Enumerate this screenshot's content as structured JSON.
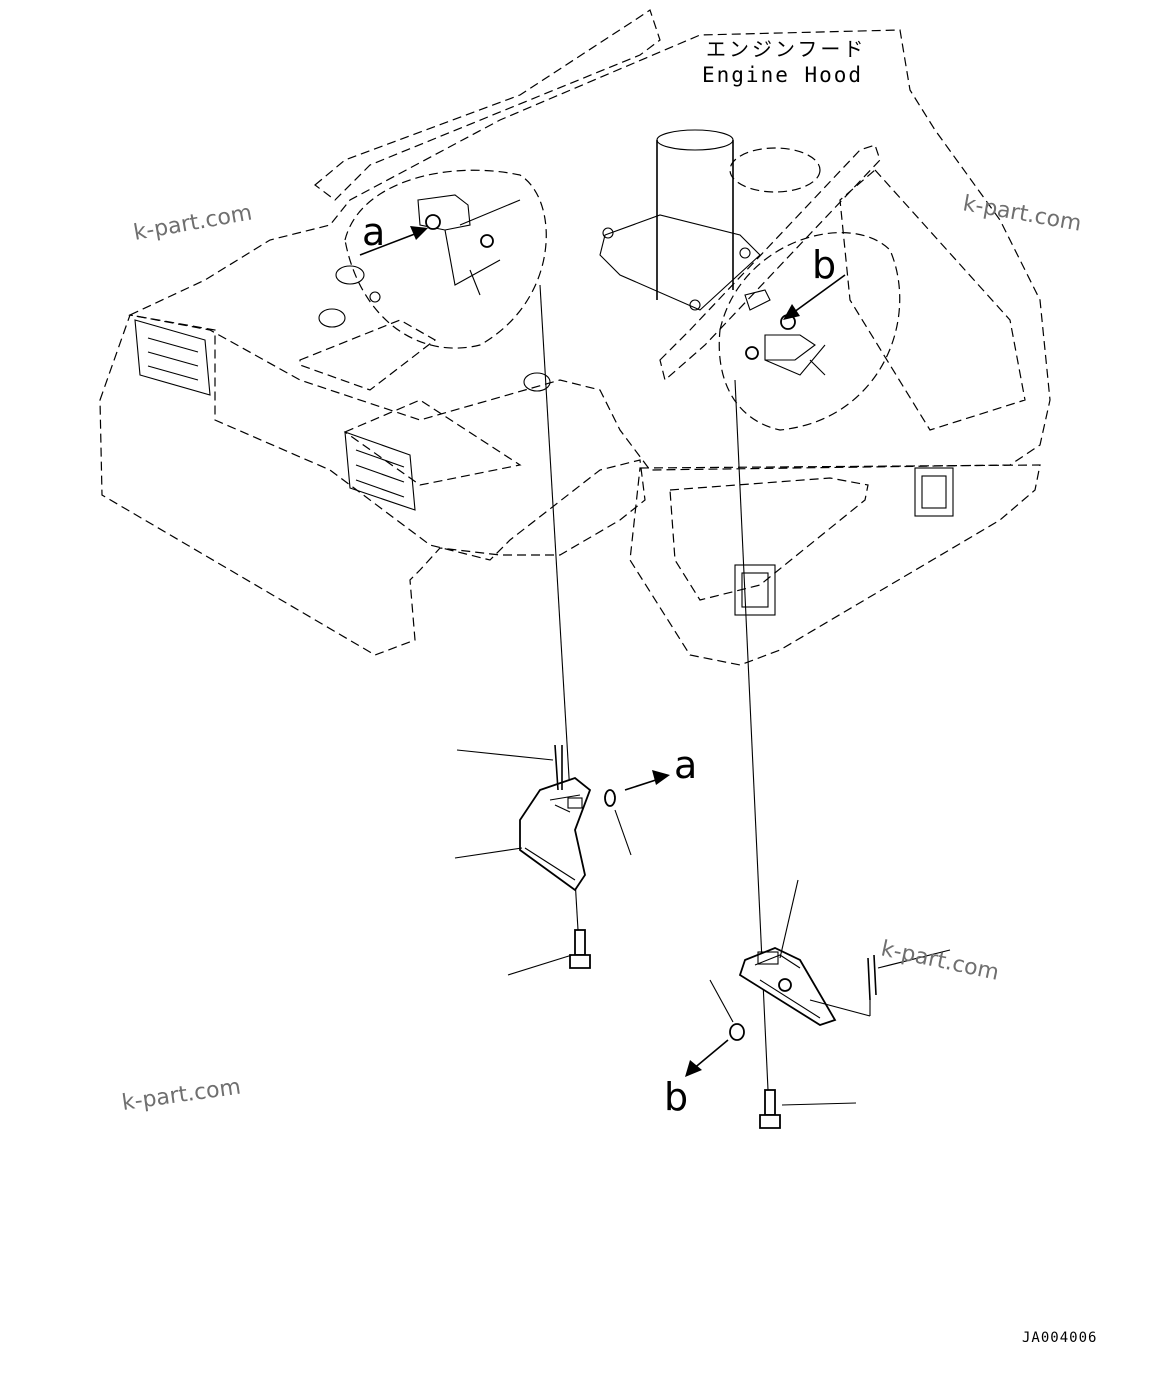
{
  "title": {
    "japanese": "エンジンフード",
    "english": "Engine Hood"
  },
  "callouts": {
    "a_upper": "a",
    "b_upper": "b",
    "a_lower": "a",
    "b_lower": "b"
  },
  "watermarks": [
    "k-part.com",
    "k-part.com",
    "k-part.com",
    "k-part.com"
  ],
  "drawing_code": "JA004006"
}
